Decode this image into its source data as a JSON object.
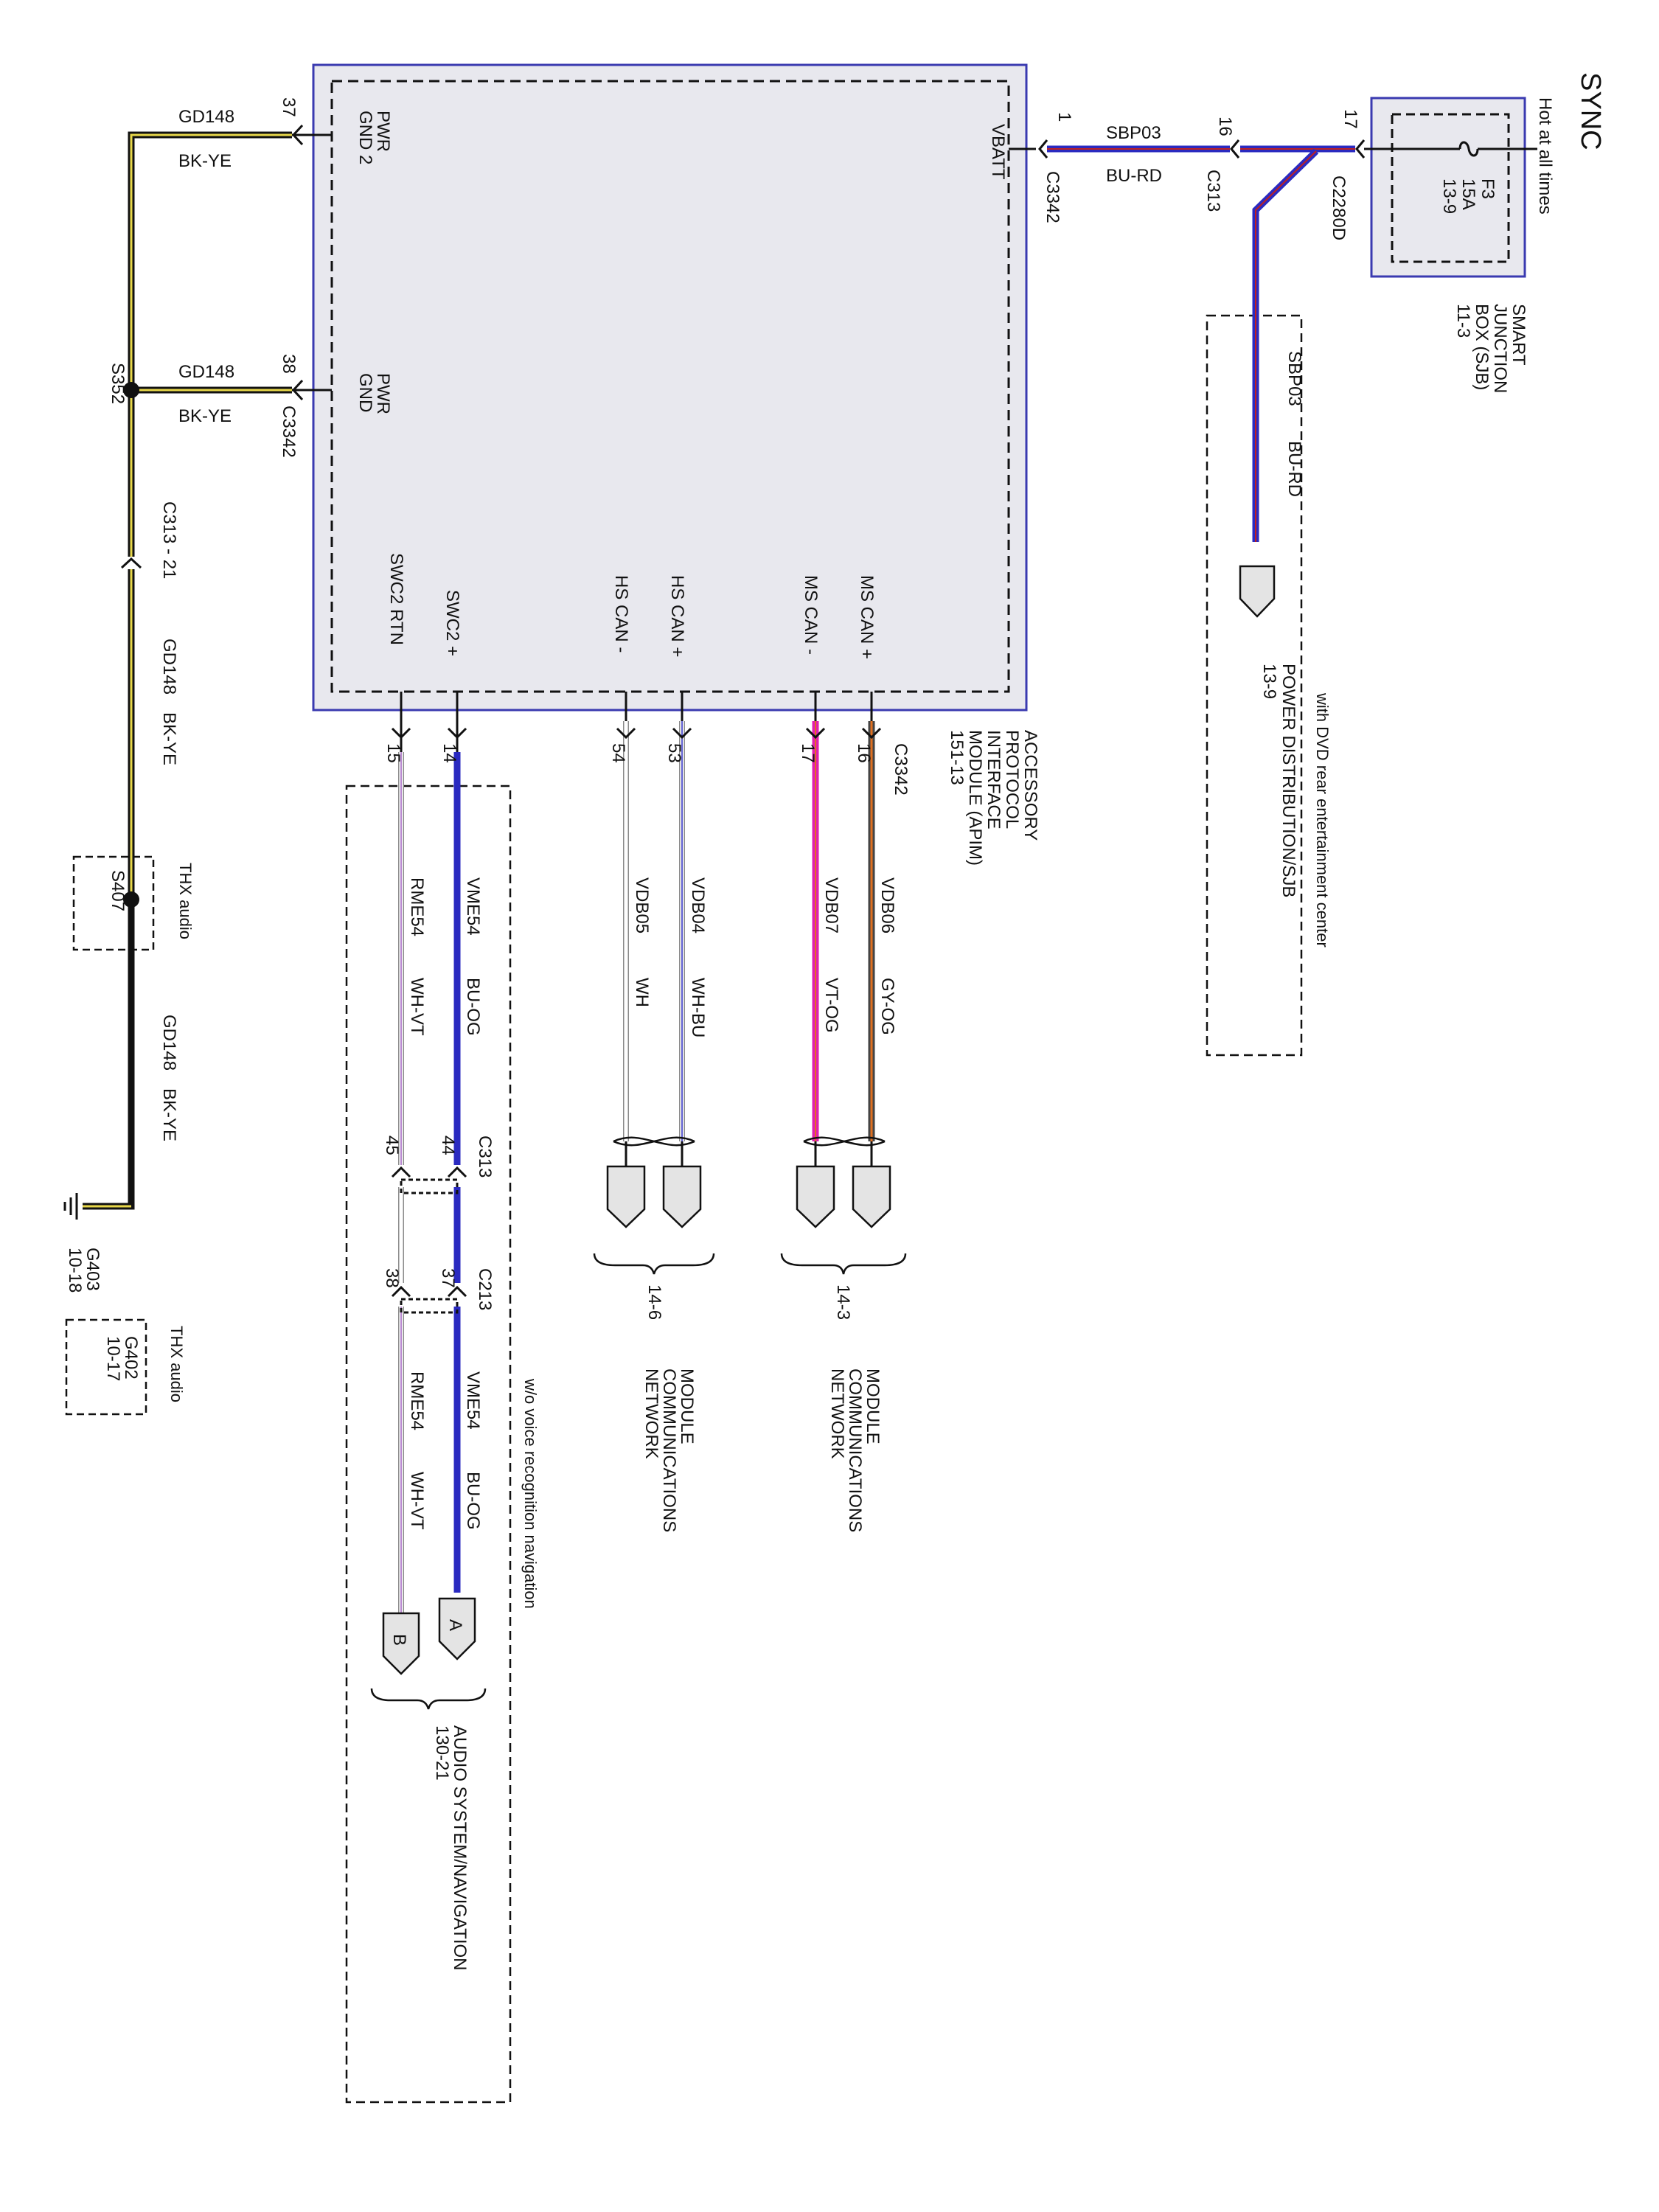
{
  "title": "SYNC",
  "hot_label": "Hot at all times",
  "colors": {
    "black": "#111111",
    "yellow": "#e8d84a",
    "blue": "#2a2ac0",
    "red": "#c02020",
    "orange": "#e07020",
    "gray": "#8a8a8a",
    "magenta": "#e020b0",
    "violet": "#a060c0",
    "box_border": "#3a3ab0",
    "box_fill": "#e8e8ee",
    "connector_fill": "#e4e4e4"
  },
  "sjb": {
    "fuse": "F3",
    "rating": "15A",
    "ref": "13-9",
    "label_lines": [
      "SMART",
      "JUNCTION",
      "BOX (SJB)",
      "11-3"
    ]
  },
  "apim": {
    "label_lines": [
      "ACCESSORY",
      "PROTOCOL",
      "INTERFACE",
      "MODULE (APIM)",
      "151-13"
    ],
    "vbatt": "VBATT",
    "pwr_gnd2": [
      "PWR",
      "GND 2"
    ],
    "pwr_gnd": [
      "PWR",
      "GND"
    ],
    "pins": [
      "MS CAN +",
      "MS CAN -",
      "HS CAN +",
      "HS CAN -",
      "SWC2 +",
      "SWC2 RTN"
    ]
  },
  "power_circuit": {
    "pin_apim": "1",
    "conn_apim": "C3342",
    "circuit": "SBP03",
    "color": "BU-RD",
    "pin_c313": "16",
    "conn_c313": "C313",
    "pin_c2280d": "17",
    "conn_c2280d": "C2280D",
    "branch_circuit": "SBP03",
    "branch_color": "BU-RD"
  },
  "dvd": {
    "note": "with DVD rear entertainment center",
    "dest_lines": [
      "POWER DISTRIBUTION/SJB",
      "13-9"
    ]
  },
  "ground": {
    "circuit": "GD148",
    "color": "BK-YE",
    "pin37": "37",
    "pin38": "38",
    "conn": "C3342",
    "splice": "S352",
    "inline": "C313 - 21",
    "thx_splice": "S407",
    "thx_audio": "THX audio",
    "g403": "G403",
    "g403_ref": "10-18",
    "g402": "G402",
    "g402_ref": "10-17"
  },
  "bottom_pins": {
    "conn": "C3342",
    "p16": "16",
    "p17": "17",
    "p53": "53",
    "p54": "54",
    "p14": "14",
    "p15": "15"
  },
  "can_wires": [
    {
      "circuit": "VDB06",
      "color": "GY-OG"
    },
    {
      "circuit": "VDB07",
      "color": "VT-OG"
    },
    {
      "circuit": "VDB04",
      "color": "WH-BU"
    },
    {
      "circuit": "VDB05",
      "color": "WH"
    }
  ],
  "networks": [
    {
      "ref": "14-3",
      "lines": [
        "MODULE",
        "COMMUNICATIONS",
        "NETWORK"
      ]
    },
    {
      "ref": "14-6",
      "lines": [
        "MODULE",
        "COMMUNICATIONS",
        "NETWORK"
      ]
    }
  ],
  "swc": {
    "vme": {
      "circuit": "VME54",
      "color": "BU-OG"
    },
    "rme": {
      "circuit": "RME54",
      "color": "WH-VT"
    },
    "c313": "C313",
    "c313_p1": "44",
    "c313_p2": "45",
    "c213": "C213",
    "c213_p1": "37",
    "c213_p2": "38",
    "note": "w/o voice recognition navigation",
    "dest_a": "A",
    "dest_b": "B",
    "audio_lines": [
      "AUDIO SYSTEM/NAVIGATION",
      "130-21"
    ]
  }
}
